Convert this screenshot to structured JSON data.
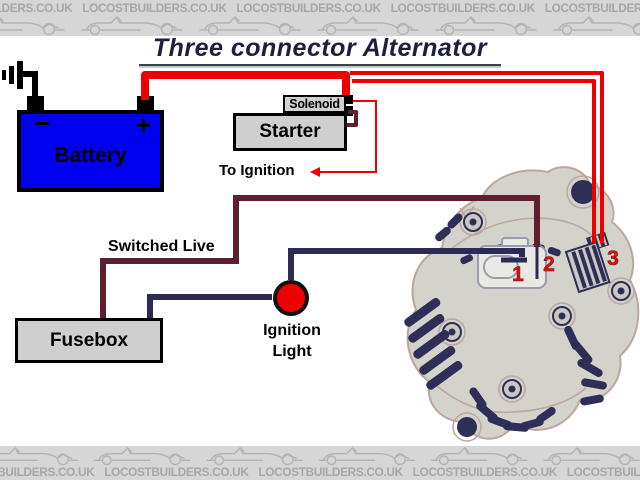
{
  "banner": {
    "watermark": "LOCOSTBUILDERS.CO.UK"
  },
  "title": "Three connector Alternator",
  "battery": {
    "label": "Battery",
    "minus": "−",
    "plus": "+"
  },
  "solenoid": {
    "label": "Solenoid"
  },
  "starter": {
    "label": "Starter"
  },
  "to_ignition": {
    "label": "To Ignition"
  },
  "switched_live": {
    "label": "Switched Live"
  },
  "fusebox": {
    "label": "Fusebox"
  },
  "ignition_light": {
    "line1": "Ignition",
    "line2": "Light"
  },
  "alternator": {
    "terminal_1": "1",
    "terminal_2": "2",
    "terminal_3": "3"
  },
  "colors": {
    "battery_fill": "#0000f0",
    "live_wire_red": "#ee0000",
    "switched_live_maroon": "#5e2030",
    "lamp_wire_navy": "#2b2b55",
    "ignition_lamp_red": "#ee0000",
    "box_gray": "#cfcfcf",
    "banner_gray": "#d6d6d6",
    "alternator_body": "#d3d3cb"
  }
}
